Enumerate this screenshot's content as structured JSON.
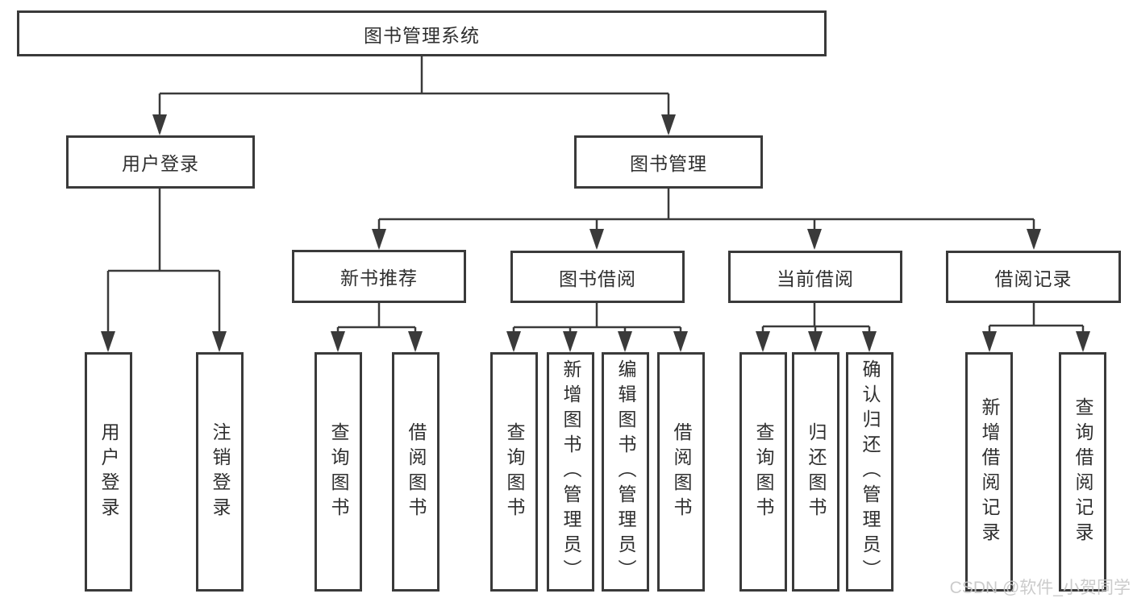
{
  "diagram_title": "图书管理系统",
  "nodes": {
    "root": "图书管理系统",
    "user_login": "用户登录",
    "book_management": "图书管理",
    "new_book_recommend": "新书推荐",
    "book_borrow": "图书借阅",
    "current_borrow": "当前借阅",
    "borrow_records": "借阅记录",
    "leaf_user_login": "用户登录",
    "leaf_logout": "注销登录",
    "leaf_nb_query": "查询图书",
    "leaf_nb_borrow": "借阅图书",
    "leaf_bb_query": "查询图书",
    "leaf_bb_add": "新增图书（管理员）",
    "leaf_bb_edit": "编辑图书（管理员）",
    "leaf_bb_borrow": "借阅图书",
    "leaf_cb_query": "查询图书",
    "leaf_cb_return": "归还图书",
    "leaf_cb_confirm": "确认归还（管理员）",
    "leaf_br_add": "新增借阅记录",
    "leaf_br_query": "查询借阅记录"
  },
  "watermark": "CSDN @软件_小贺同学",
  "colors": {
    "line": "#3a3a3a",
    "text": "#2f2f2f",
    "watermark": "#c6c6c6",
    "background": "#ffffff"
  }
}
